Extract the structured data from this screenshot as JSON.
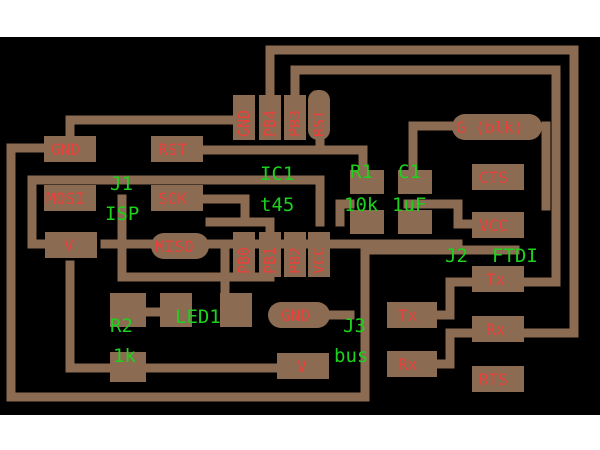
{
  "colors": {
    "background": "#000000",
    "copper": "#8b6c52",
    "pin_text": "#e8413b",
    "component_text": "#1dd21d"
  },
  "pads": {
    "gnd_left": "GND",
    "mosi": "MOSI",
    "v_left": "V",
    "rst": "RST",
    "sck": "SCK",
    "miso": "MISO",
    "gnd_mid": "GND",
    "v_bottom": "V",
    "g_blk": "G (blk)",
    "cts": "CTS",
    "vcc": "VCC",
    "tx_ftdi": "Tx",
    "rx_ftdi": "Rx",
    "rts": "RTS",
    "tx_bus": "Tx",
    "rx_bus": "Rx",
    "ic_top_gnd": "GND",
    "ic_top_pb4": "PB4",
    "ic_top_pb3": "PB3",
    "ic_top_rst": "RST",
    "ic_bot_pb0": "PB0",
    "ic_bot_pb1": "PB1",
    "ic_bot_pb2": "PB2",
    "ic_bot_vcc": "VCC"
  },
  "components": {
    "j1_ref": "J1",
    "j1_name": "ISP",
    "ic1_ref": "IC1",
    "ic1_name": "t45",
    "r1_ref": "R1",
    "r1_value": "10k",
    "c1_ref": "C1",
    "c1_value": "1uF",
    "j2_ref": "J2",
    "j2_name": "FTDI",
    "j3_ref": "J3",
    "j3_name": "bus",
    "r2_ref": "R2",
    "r2_value": "1k",
    "led_ref": "LED1"
  }
}
